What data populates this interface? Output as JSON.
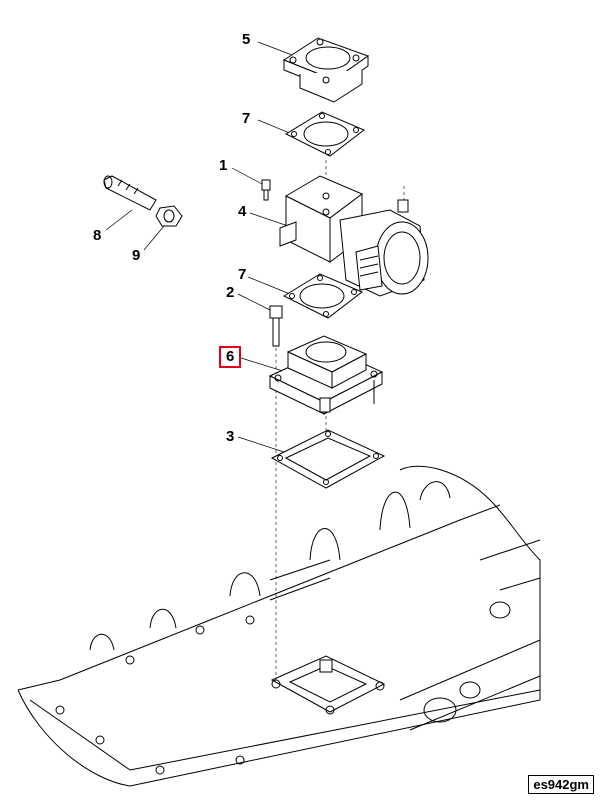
{
  "callouts": [
    {
      "id": "5",
      "highlighted": false
    },
    {
      "id": "7",
      "highlighted": false
    },
    {
      "id": "1",
      "highlighted": false
    },
    {
      "id": "4",
      "highlighted": false
    },
    {
      "id": "8",
      "highlighted": false
    },
    {
      "id": "9",
      "highlighted": false
    },
    {
      "id": "7",
      "highlighted": false
    },
    {
      "id": "2",
      "highlighted": false
    },
    {
      "id": "6",
      "highlighted": true
    },
    {
      "id": "3",
      "highlighted": false
    }
  ],
  "drawing_id": "es942gm",
  "highlight_color": "#e0001b"
}
